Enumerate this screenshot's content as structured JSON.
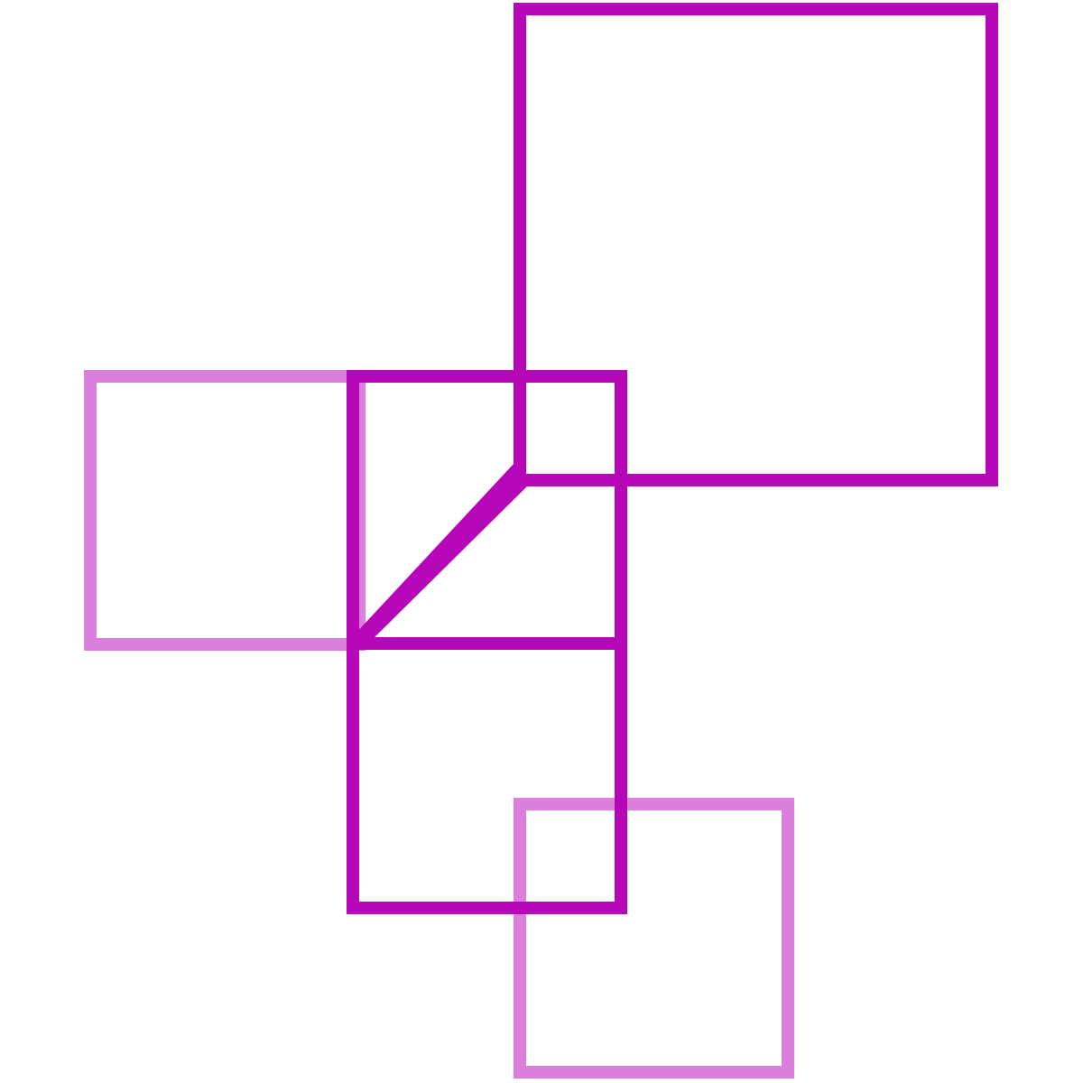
{
  "colors": {
    "background": "#ffffff",
    "primary": "#b507b8",
    "secondary": "#dc7edc"
  },
  "shapes": [
    {
      "name": "large-square-top-right",
      "color_role": "primary"
    },
    {
      "name": "square-left-light",
      "color_role": "secondary"
    },
    {
      "name": "square-center",
      "color_role": "primary"
    },
    {
      "name": "square-center-lower",
      "color_role": "primary"
    },
    {
      "name": "square-bottom-light",
      "color_role": "secondary"
    },
    {
      "name": "diagonal-connector",
      "color_role": "primary"
    }
  ]
}
